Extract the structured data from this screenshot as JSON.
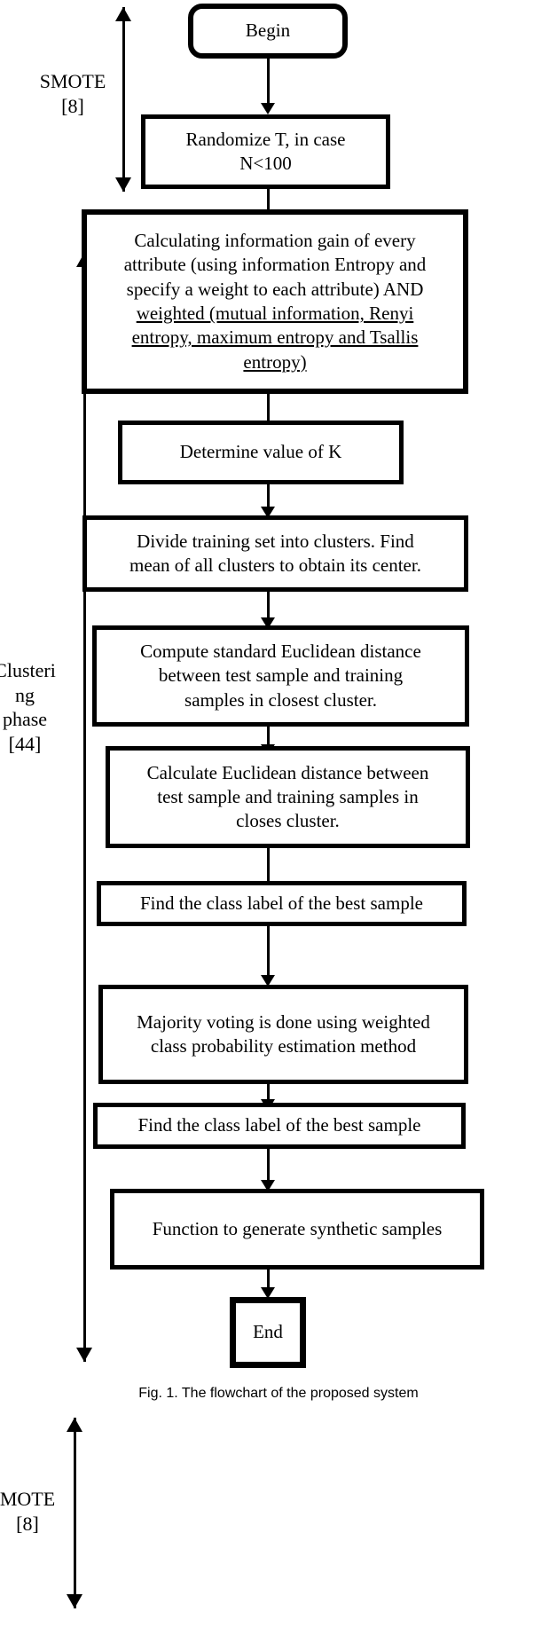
{
  "figure": {
    "caption": "Fig. 1. The flowchart of the proposed system"
  },
  "side_labels": {
    "smote_top": "SMOTE\n[8]",
    "clustering": "Clusteri\nng\nphase\n[44]",
    "smote_bottom": "MOTE\n[8]"
  },
  "nodes": {
    "begin": "Begin",
    "randomize": "Randomize T, in case\nN<100",
    "info_gain_line1": "Calculating information gain of every",
    "info_gain_line2": "attribute (using information Entropy and",
    "info_gain_line3": "specify a weight to each attribute) AND",
    "info_gain_line4": "weighted (mutual information, Renyi",
    "info_gain_line5": "entropy, maximum entropy and Tsallis",
    "info_gain_line6": "entropy)",
    "determine_k": "Determine value of K",
    "divide_clusters": "Divide training set into clusters. Find\nmean of all clusters to obtain its center.",
    "compute_distance": "Compute standard Euclidean distance\nbetween test sample and training\nsamples in closest cluster.",
    "calculate_distance": "Calculate Euclidean distance between\ntest sample and training samples in\ncloses cluster.",
    "find_label_1": "Find the class label of the best sample",
    "majority_voting": "Majority voting is done using weighted\nclass probability estimation method",
    "find_label_2": "Find the class label of the best sample",
    "synthetic": "Function to generate synthetic samples",
    "end": "End"
  },
  "colors": {
    "stroke": "#000000",
    "background": "#ffffff"
  }
}
